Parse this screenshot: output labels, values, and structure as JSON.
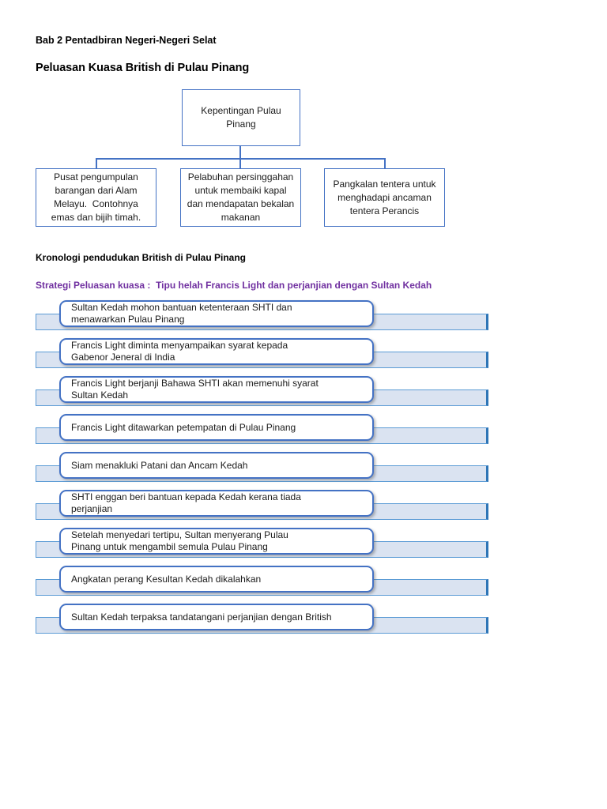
{
  "page": {
    "chapter_heading": "Bab 2 Pentadbiran Negeri-Negeri Selat",
    "title": "Peluasan Kuasa British di Pulau Pinang",
    "section_heading": "Kronologi pendudukan British di Pulau Pinang",
    "strategy_heading": "Strategi Peluasan kuasa :  Tipu helah Francis Light dan perjanjian dengan Sultan Kedah"
  },
  "flowchart": {
    "root": "Kepentingan Pulau\nPinang",
    "children": [
      "Pusat pengumpulan\nbarangan dari Alam\nMelayu.  Contohnya\nemas dan bijih timah.",
      "Pelabuhan persinggahan\nuntuk membaiki kapal\ndan mendapatan bekalan\nmakanan",
      "Pangkalan tentera untuk\nmenghadapi ancaman\ntentera Perancis"
    ]
  },
  "timeline": {
    "items": [
      "Sultan Kedah mohon bantuan ketenteraan SHTI dan\nmenawarkan Pulau Pinang",
      "Francis Light diminta menyampaikan syarat kepada\nGabenor Jeneral di India",
      "Francis Light berjanji Bahawa SHTI akan memenuhi syarat\nSultan Kedah",
      "Francis Light ditawarkan petempatan di Pulau Pinang",
      "Siam menakluki Patani dan Ancam Kedah",
      "SHTI enggan beri bantuan kepada Kedah kerana tiada\nperjanjian",
      "Setelah menyedari tertipu, Sultan menyerang Pulau\nPinang untuk mengambil semula Pulau Pinang",
      "Angkatan perang Kesultan Kedah dikalahkan",
      "Sultan Kedah terpaksa tandatangani perjanjian dengan British"
    ]
  },
  "colors": {
    "accent_blue": "#4472C4",
    "bar_fill": "#DAE3F1",
    "bar_border": "#5B9BD5",
    "bar_edge": "#2E75B6",
    "heading_purple": "#7030A0"
  }
}
